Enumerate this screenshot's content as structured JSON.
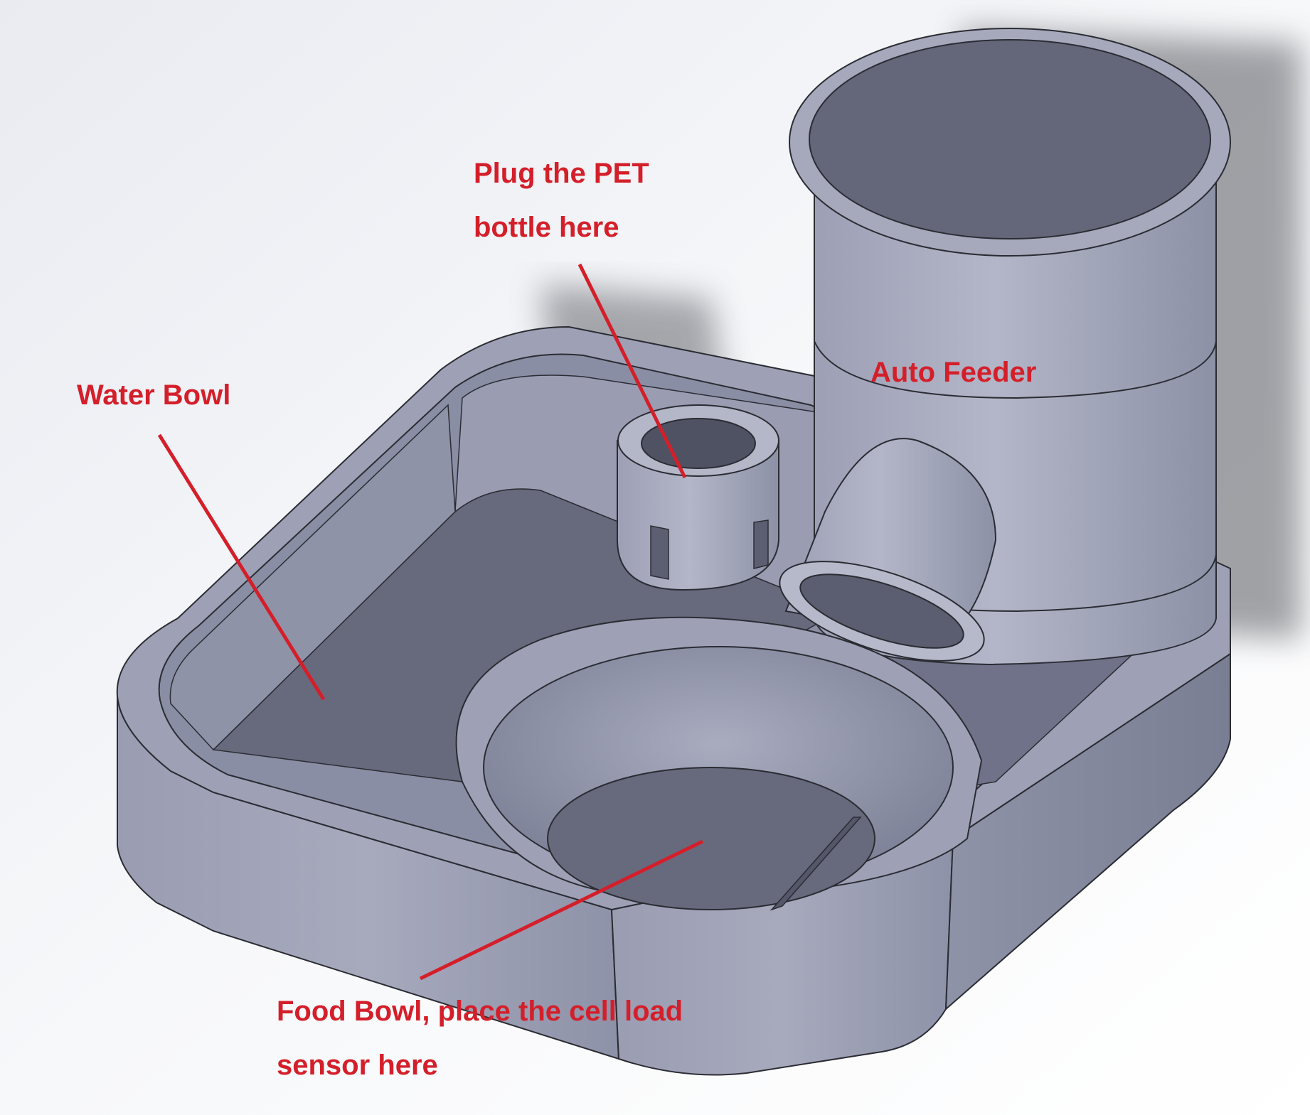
{
  "colors": {
    "annotation": "#d41f2a",
    "body_light": "#a3a6b8",
    "body_mid": "#9296ab",
    "body_dark": "#6f7288",
    "floor": "#676a7d",
    "outline": "#2b2c33"
  },
  "annotations": {
    "pet_bottle": {
      "line1": "Plug the PET",
      "line2": "bottle here"
    },
    "water_bowl": {
      "text": "Water Bowl"
    },
    "auto_feeder": {
      "text": "Auto Feeder"
    },
    "food_bowl": {
      "line1": "Food Bowl, place the cell load",
      "line2": "sensor here"
    }
  }
}
